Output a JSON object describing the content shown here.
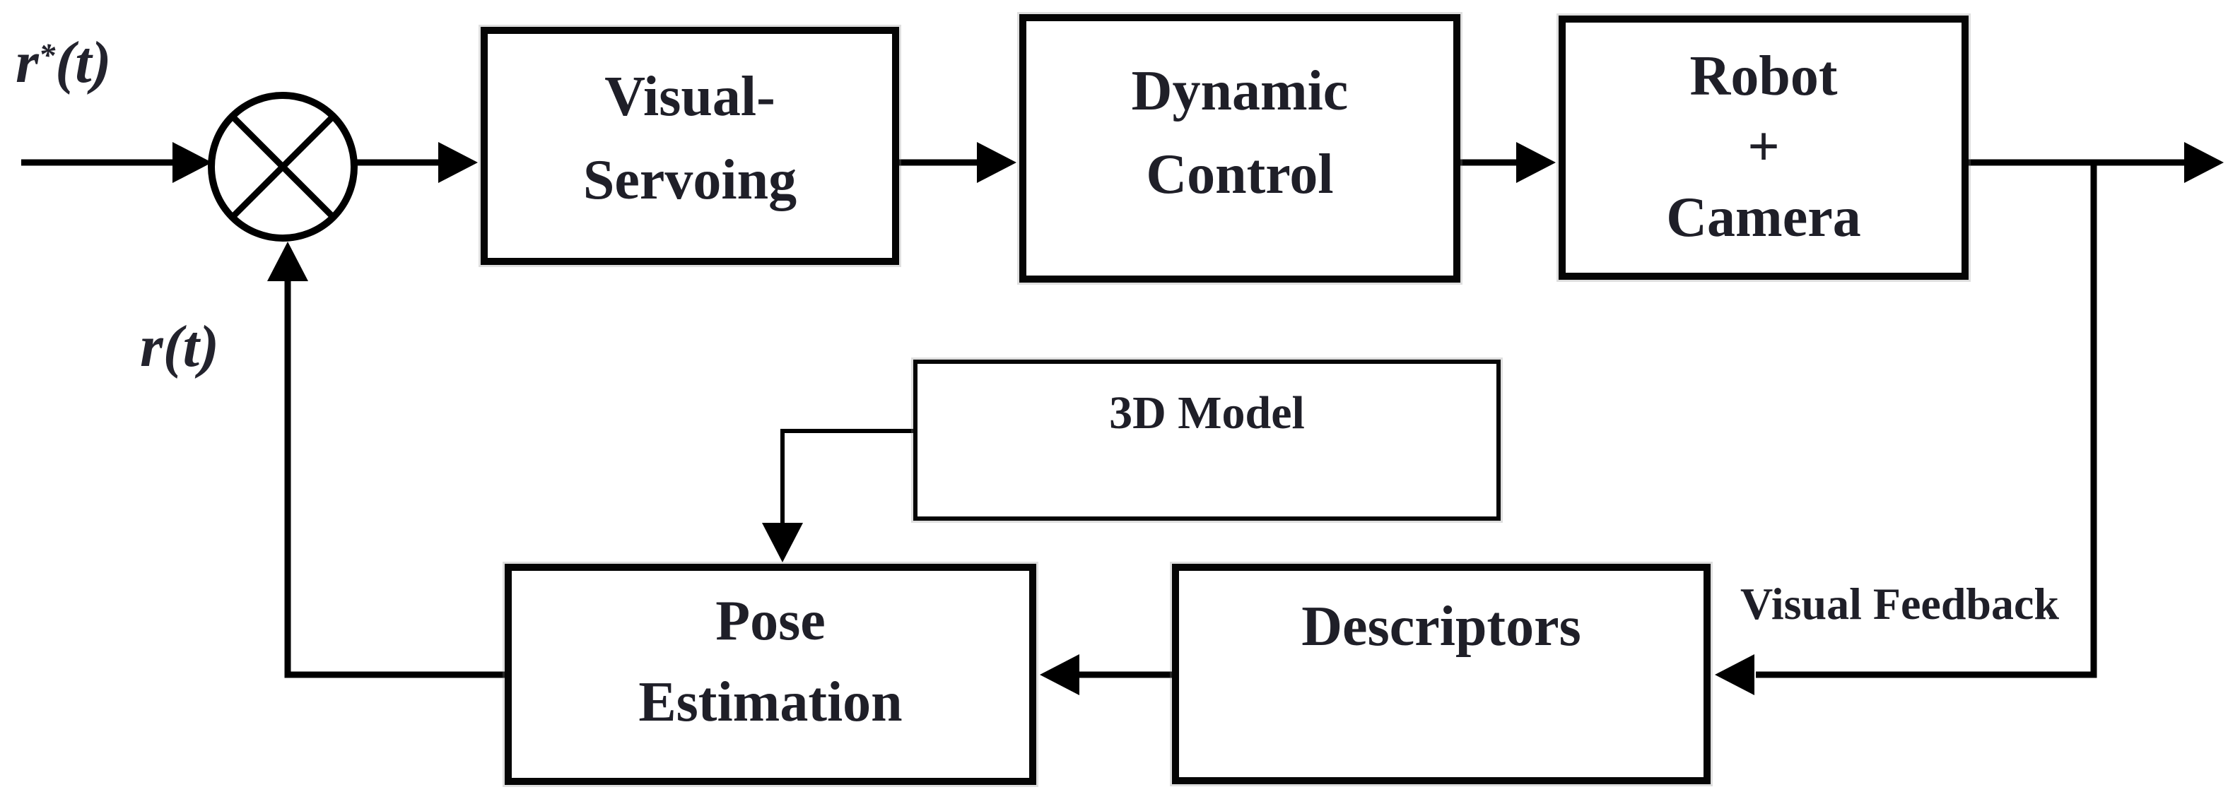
{
  "page": {
    "background": "#ffffff"
  },
  "colors": {
    "line": "#000000",
    "text": "#1f1f28",
    "box_border": "#050505"
  },
  "labels": {
    "reference_base": "r",
    "reference_sup": "*",
    "reference_args": "(t)",
    "feedback_signal": "r(t)",
    "visual_feedback": "Visual Feedback"
  },
  "blocks": {
    "visual_servoing": {
      "line1": "Visual-",
      "line2": "Servoing"
    },
    "dynamic_control": {
      "line1": "Dynamic",
      "line2": "Control"
    },
    "robot_camera": {
      "line1": "Robot",
      "line2": "+",
      "line3": "Camera"
    },
    "model_3d": {
      "label": "3D Model"
    },
    "pose_estimation": {
      "line1": "Pose",
      "line2": "Estimation"
    },
    "descriptors": {
      "label": "Descriptors"
    }
  }
}
